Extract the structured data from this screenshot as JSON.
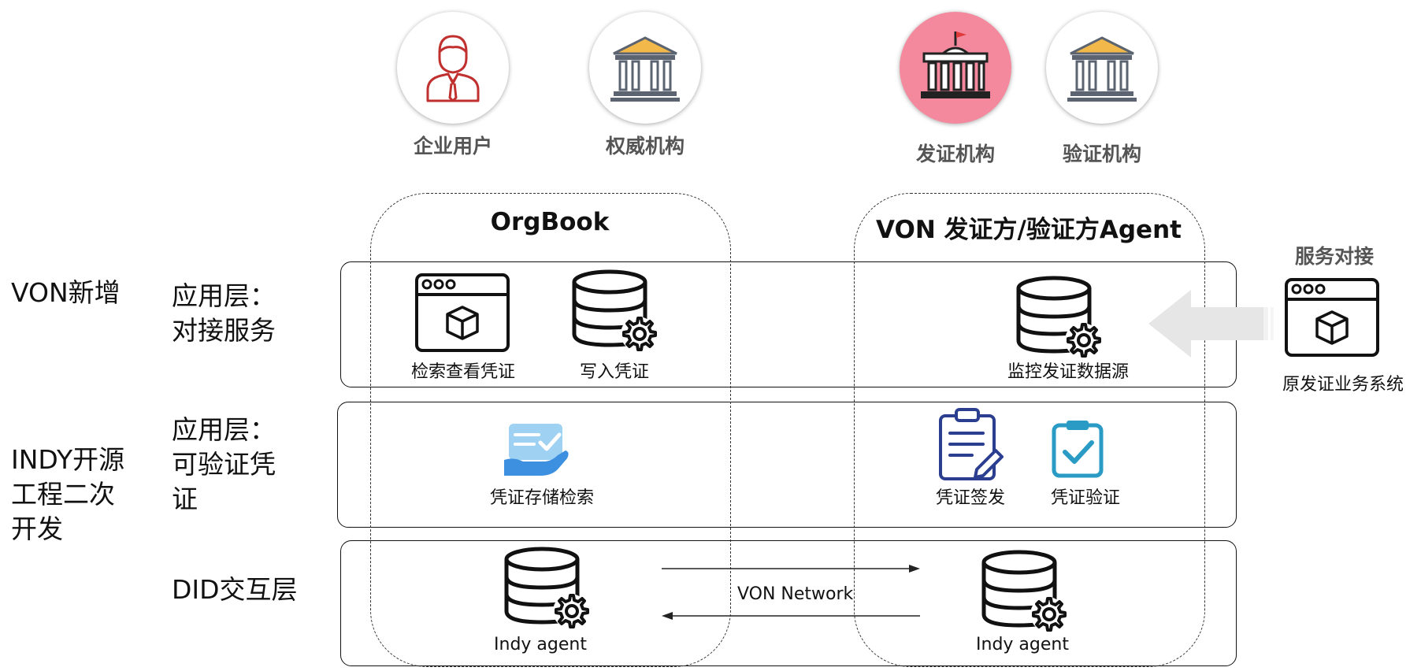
{
  "roles": {
    "enterprise_user": "企业用户",
    "authority": "权威机构",
    "issuer": "发证机构",
    "verifier": "验证机构"
  },
  "columns": {
    "orgbook": "OrgBook",
    "agent": "VON 发证方/验证方Agent"
  },
  "left_labels": {
    "von_new": "VON新增",
    "indy_dev": "INDY开源\n工程二次\n开发"
  },
  "layers": {
    "app_service": "应用层：\n对接服务",
    "app_credential": "应用层：\n可验证凭\n证",
    "did": "DID交互层"
  },
  "items": {
    "search_view": "检索查看凭证",
    "write_cred": "写入凭证",
    "monitor_source": "监控发证数据源",
    "store_search": "凭证存储检索",
    "issue_cred": "凭证签发",
    "verify_cred": "凭证验证",
    "indy_agent_left": "Indy agent",
    "indy_agent_right": "Indy agent"
  },
  "network": {
    "label": "VON Network"
  },
  "external": {
    "service_title": "服务对接",
    "system_label": "原发证业务系统"
  },
  "colors": {
    "issuer_bg": "#f4899e",
    "user_red": "#c0302e",
    "bank_gold": "#f2b94a",
    "bank_gray": "#5b6470",
    "doc_navy": "#2c3e8f",
    "doc_teal": "#2a9bc4",
    "hand_blue": "#3d8fe0"
  }
}
